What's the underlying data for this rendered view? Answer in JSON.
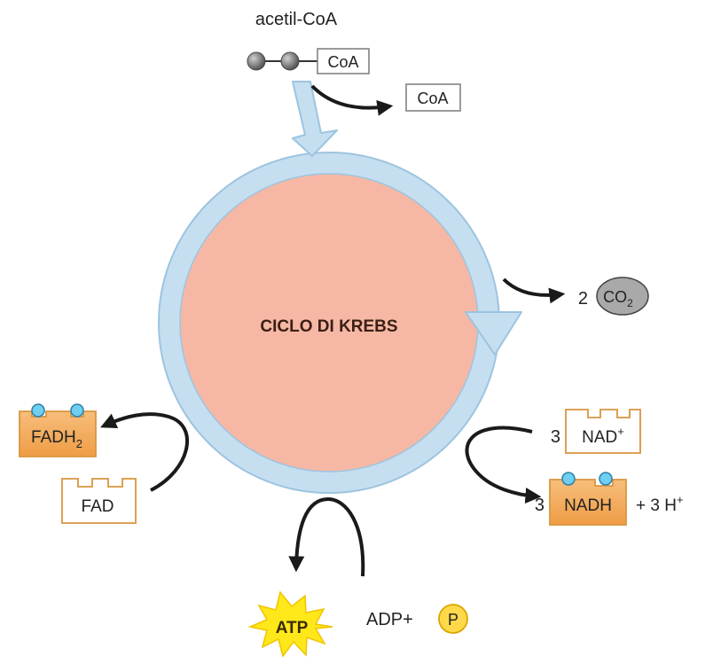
{
  "center_label": "CICLO DI KREBS",
  "acetyl": {
    "label": "acetil-CoA",
    "box": "CoA"
  },
  "released_coa": "CoA",
  "co2": {
    "coefficient": "2",
    "formula": "CO",
    "subscript": "2"
  },
  "nad": {
    "coefficient": "3",
    "label": "NAD",
    "superscript": "+"
  },
  "nadh": {
    "coefficient": "3",
    "label": "NADH",
    "extra": "+ 3 H",
    "extra_superscript": "+"
  },
  "fad": {
    "label": "FAD"
  },
  "fadh2": {
    "label": "FADH",
    "subscript": "2"
  },
  "atp": {
    "label": "ATP"
  },
  "adp": {
    "label": "ADP+",
    "phosphate": "P"
  },
  "colors": {
    "cycle_fill": "#f6b8a4",
    "ring": "#c5dff0",
    "ring_stroke": "#9dc4e0",
    "orange_box": "#f1a451",
    "box_border": "#d9953f",
    "dot": "#6ecff0",
    "co2_gray": "#a9a9a9",
    "atp_yellow": "#ffe81a",
    "phosphate_yellow": "#ffd94a"
  }
}
